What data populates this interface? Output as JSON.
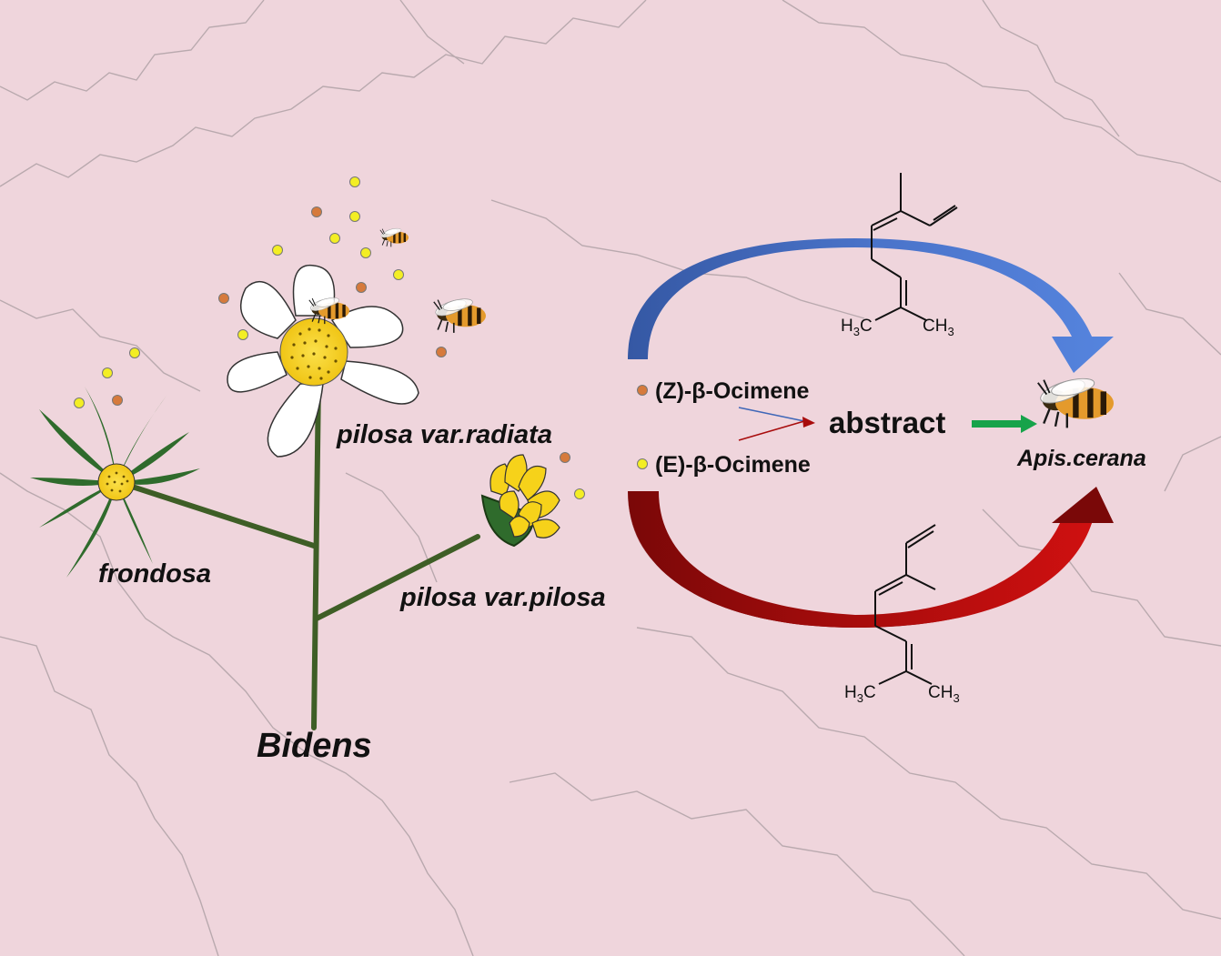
{
  "labels": {
    "genus": "Bidens",
    "species_frondosa": "frondosa",
    "species_radiata": "pilosa var.radiata",
    "species_pilosa": "pilosa var.pilosa",
    "compound_z": "(Z)-β-Ocimene",
    "compound_e": "(E)-β-Ocimene",
    "center_word": "abstract",
    "bee_species": "Apis.cerana"
  },
  "chemistry": {
    "z_left_group": "H3C",
    "z_right_group": "CH3",
    "e_left_group": "H3C",
    "e_right_group": "CH3",
    "methyl_symbol_c": "C",
    "methyl_symbol_h": "H",
    "subscript_3": "3"
  },
  "colors": {
    "background": "#efd5dc",
    "map_lines": "#b9a9ae",
    "stem": "#3e5e26",
    "leaf": "#2f6b2c",
    "petal": "#ffffff",
    "disc": "#f6d21a",
    "z_dot": "#d67a3c",
    "e_dot": "#f3ee24",
    "blue_arrow": "#3f67b8",
    "red_arrow": "#a80c0c",
    "green_arrow": "#17a34a"
  },
  "icons": [
    "bee-icon",
    "flower-icon",
    "molecule-icon"
  ]
}
